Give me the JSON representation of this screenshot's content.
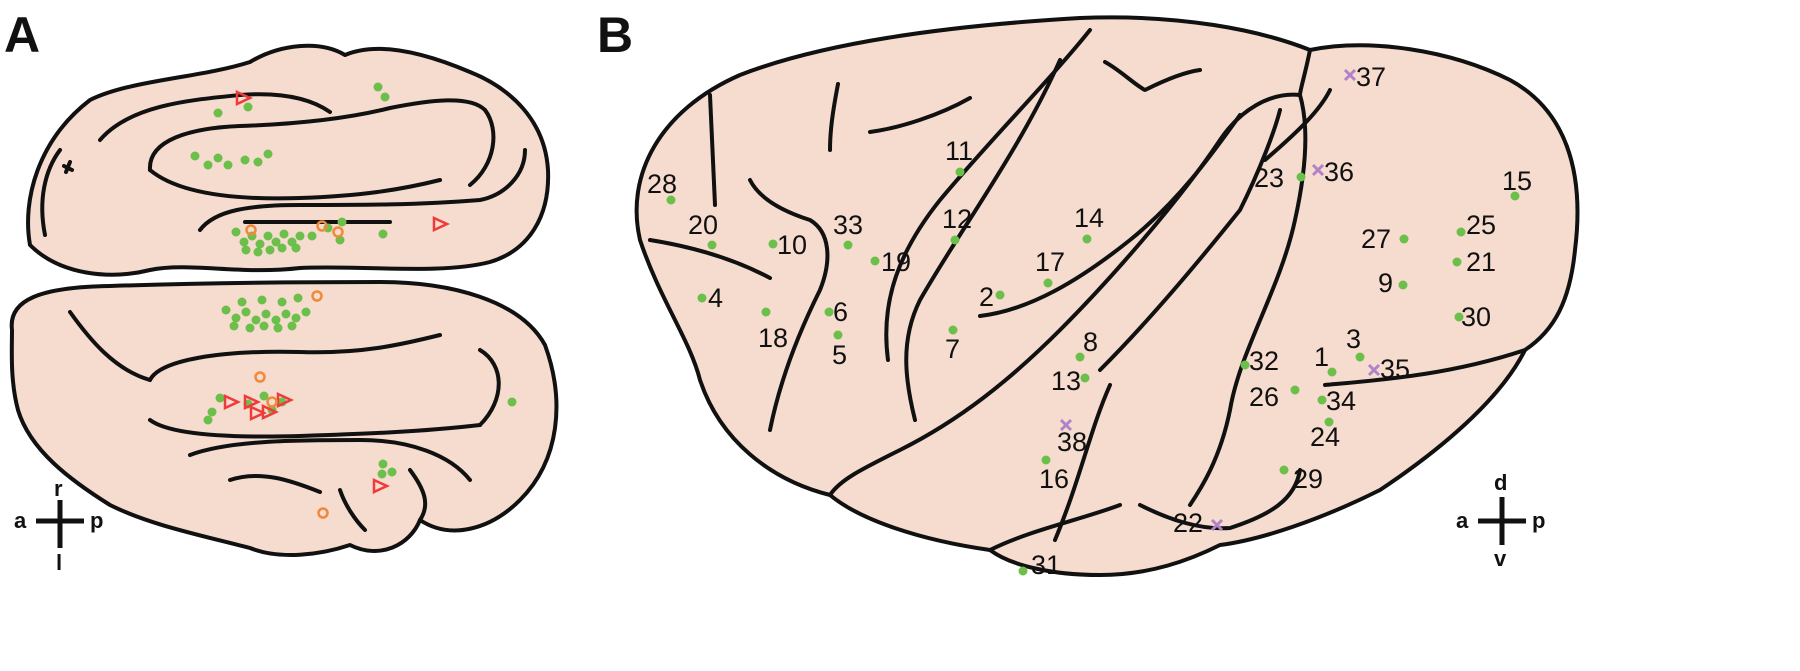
{
  "panels": {
    "a": {
      "label": "A"
    },
    "b": {
      "label": "B"
    }
  },
  "colors": {
    "tissue": "#f6dccf",
    "outline": "#111111",
    "dot": "#6cbf4a",
    "triangle": "#ee3b3b",
    "circle": "#f08a3a",
    "cross": "#b083c8"
  },
  "marker_shapes": [
    "green-dot",
    "red-open-triangle",
    "orange-open-circle",
    "purple-cross"
  ],
  "axes": {
    "a": {
      "up": "r",
      "down": "l",
      "left": "a",
      "right": "p"
    },
    "b": {
      "up": "d",
      "down": "v",
      "left": "a",
      "right": "p"
    }
  },
  "sites_b": [
    {
      "label": "37",
      "marker": "cross"
    },
    {
      "label": "36",
      "marker": "cross"
    },
    {
      "label": "23",
      "marker": "dot"
    },
    {
      "label": "15",
      "marker": "dot"
    },
    {
      "label": "28",
      "marker": "dot"
    },
    {
      "label": "11",
      "marker": "dot"
    },
    {
      "label": "12",
      "marker": "dot"
    },
    {
      "label": "14",
      "marker": "dot"
    },
    {
      "label": "20",
      "marker": "dot"
    },
    {
      "label": "10",
      "marker": "dot"
    },
    {
      "label": "33",
      "marker": "dot"
    },
    {
      "label": "19",
      "marker": "dot"
    },
    {
      "label": "17",
      "marker": "dot"
    },
    {
      "label": "27",
      "marker": "dot"
    },
    {
      "label": "25",
      "marker": "dot"
    },
    {
      "label": "21",
      "marker": "dot"
    },
    {
      "label": "4",
      "marker": "dot"
    },
    {
      "label": "6",
      "marker": "dot"
    },
    {
      "label": "18",
      "marker": "dot"
    },
    {
      "label": "5",
      "marker": "dot"
    },
    {
      "label": "2",
      "marker": "dot"
    },
    {
      "label": "7",
      "marker": "dot"
    },
    {
      "label": "9",
      "marker": "dot"
    },
    {
      "label": "30",
      "marker": "dot"
    },
    {
      "label": "8",
      "marker": "dot"
    },
    {
      "label": "13",
      "marker": "dot"
    },
    {
      "label": "3",
      "marker": "dot"
    },
    {
      "label": "32",
      "marker": "dot"
    },
    {
      "label": "1",
      "marker": "dot"
    },
    {
      "label": "35",
      "marker": "cross"
    },
    {
      "label": "26",
      "marker": "dot"
    },
    {
      "label": "34",
      "marker": "dot"
    },
    {
      "label": "24",
      "marker": "dot"
    },
    {
      "label": "38",
      "marker": "cross"
    },
    {
      "label": "16",
      "marker": "dot"
    },
    {
      "label": "29",
      "marker": "dot"
    },
    {
      "label": "22",
      "marker": "cross"
    },
    {
      "label": "31",
      "marker": "dot"
    }
  ]
}
